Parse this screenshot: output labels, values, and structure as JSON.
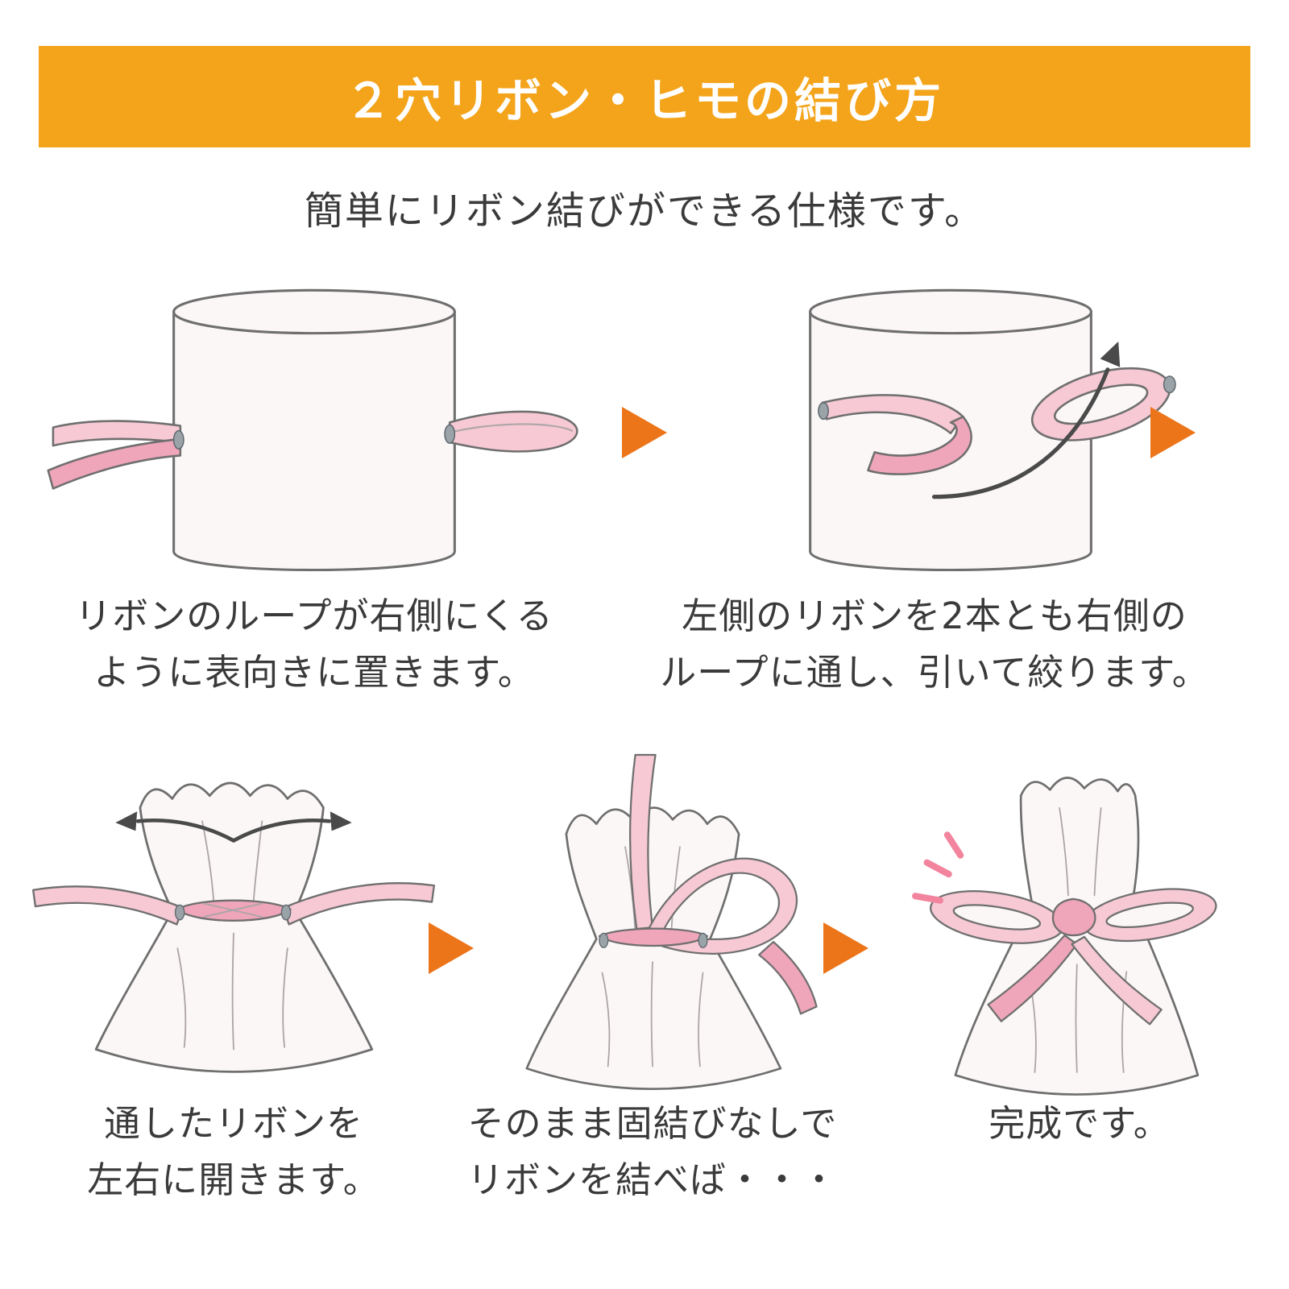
{
  "banner": {
    "title": "２穴リボン・ヒモの結び方"
  },
  "subtitle": "簡単にリボン結びができる仕様です。",
  "steps": [
    {
      "id": 1,
      "caption_lines": [
        "リボンのループが右側にくる",
        "ように表向きに置きます。"
      ]
    },
    {
      "id": 2,
      "caption_lines": [
        "左側のリボンを2本とも右側の",
        "ループに通し、引いて絞ります。"
      ]
    },
    {
      "id": 3,
      "caption_lines": [
        "通したリボンを",
        "左右に開きます。"
      ]
    },
    {
      "id": 4,
      "caption_lines": [
        "そのまま固結びなしで",
        "リボンを結べば・・・"
      ]
    },
    {
      "id": 5,
      "caption_lines": [
        "完成です。"
      ]
    }
  ],
  "colors": {
    "banner_bg": "#F4A41B",
    "banner_text": "#FFFFFF",
    "arrow": "#EC7419",
    "ribbon_light": "#F6C9D4",
    "ribbon_mid": "#EFA5BA",
    "bag_fill": "#FCF7F7",
    "outline": "#6F6F6F",
    "grommet": "#9AA3A8",
    "spark": "#F2849E",
    "text": "#3A3A3A"
  }
}
